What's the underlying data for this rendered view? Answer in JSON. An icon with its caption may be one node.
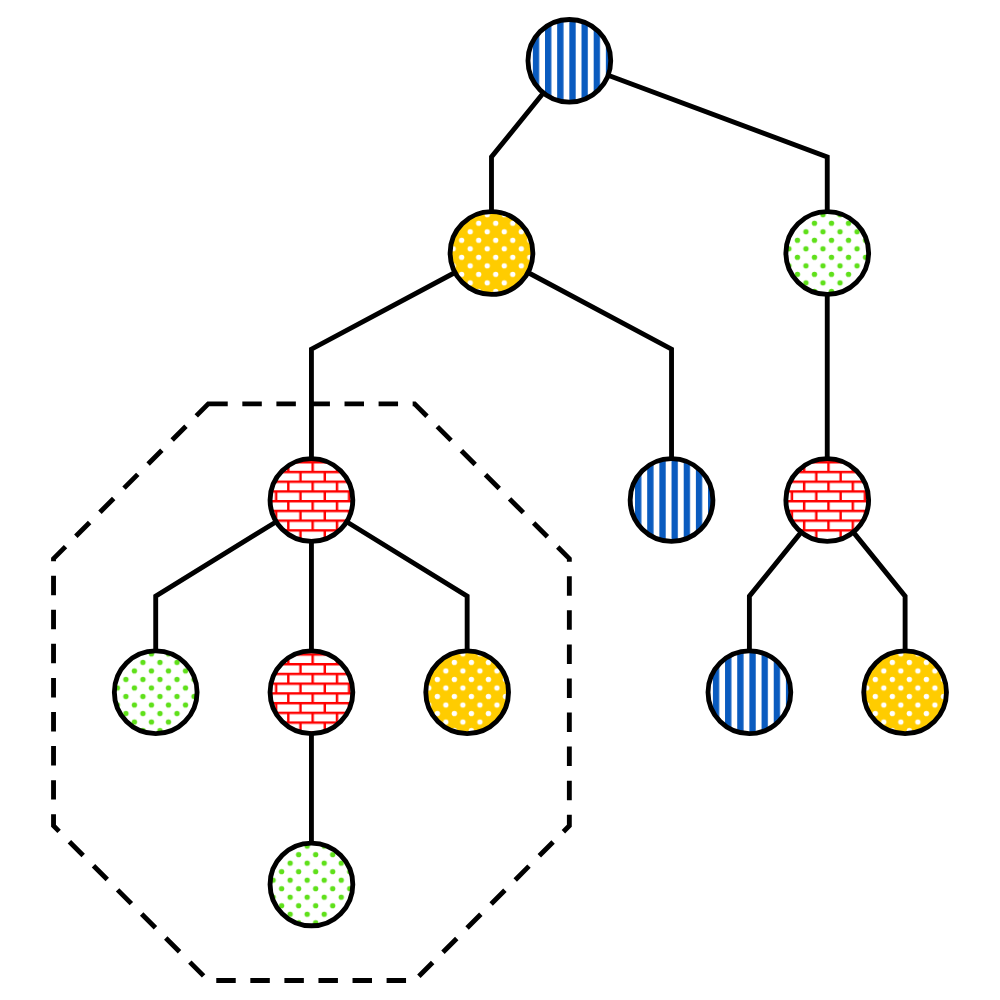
{
  "diagram": {
    "nodes": [
      {
        "text": [],
        "shape": "circle"
      },
      {
        "text": [],
        "shape": "circle"
      },
      {
        "text": [],
        "shape": "circle"
      },
      {
        "text": [],
        "shape": "circle"
      },
      {
        "text": [],
        "shape": "polygon"
      },
      {
        "text": [],
        "shape": "circle",
        "in": 4
      },
      {
        "text": [],
        "shape": "circle"
      },
      {
        "text": [],
        "shape": "circle"
      },
      {
        "text": [],
        "shape": "circle"
      },
      {
        "text": [],
        "shape": "circle",
        "in": 4
      },
      {
        "text": [],
        "shape": "circle",
        "in": 4
      },
      {
        "text": [],
        "shape": "circle",
        "in": 4
      },
      {
        "text": [],
        "shape": "circle",
        "in": 4
      }
    ],
    "edges": [
      {
        "from": 0,
        "to": 1,
        "arrow": "none"
      },
      {
        "from": 0,
        "to": 2,
        "arrow": "none"
      },
      {
        "from": 1,
        "to": 3,
        "arrow": "none"
      },
      {
        "from": 2,
        "to": 5,
        "arrow": "none"
      },
      {
        "from": 2,
        "to": 6,
        "arrow": "none"
      },
      {
        "from": 3,
        "to": 7,
        "arrow": "none"
      },
      {
        "from": 3,
        "to": 8,
        "arrow": "none"
      },
      {
        "from": 5,
        "to": 9,
        "arrow": "none"
      },
      {
        "from": 5,
        "to": 10,
        "arrow": "none"
      },
      {
        "from": 5,
        "to": 11,
        "arrow": "none"
      },
      {
        "from": 10,
        "to": 12,
        "arrow": "none"
      }
    ]
  }
}
